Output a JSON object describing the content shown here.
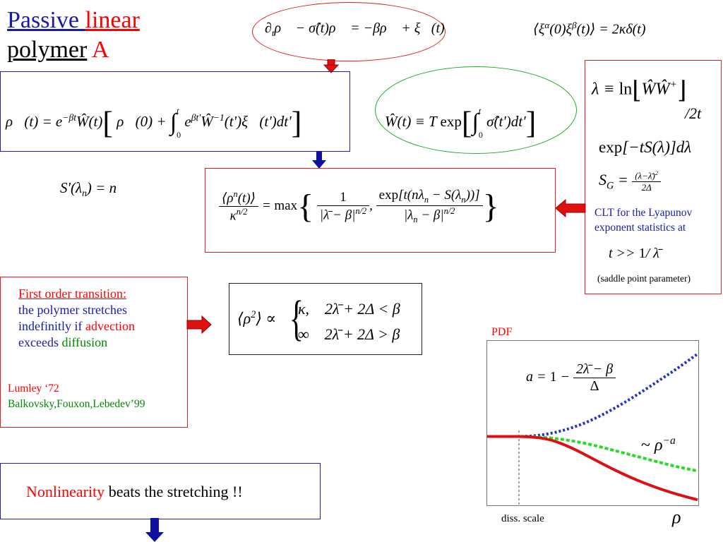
{
  "title": {
    "part1": "Passive ",
    "part2": "linear",
    "part3": "polymer",
    "part4": " A"
  },
  "equations": {
    "langevin": "∂ₜρ⃗ − σ̂(t)ρ⃗ = −βρ⃗ + ξ⃗(t)",
    "noise_correlator": "⟨ξ^α(0)ξ^β(t)⟩ = 2κδ(t)",
    "solution": "ρ⃗(t) = e^{−βt} Ŵ(t) [ ρ⃗(0) + ∫₀ᵗ e^{βt'} Ŵ⁻¹(t') ξ⃗(t') dt' ]",
    "w_definition": "Ŵ(t) ≡ T exp[ ∫₀ᵗ σ̂(t') dt' ]",
    "lambda_definition": "λ ≡ ln|ŴŴ⁺| / 2t",
    "lambda_measure": "exp[−tS(λ)]dλ",
    "s_gaussian": "S_G = (λ − λ̄)² / 2Δ",
    "saddle_condition": "S'(λₙ) = n",
    "moments": "⟨ρⁿ(t)⟩ / κ^{n/2} = max{ 1/|λ̄ − β|^{n/2} , exp[t(nλₙ − S(λₙ))] / |λₙ − β|^{n/2} }",
    "second_moment": "⟨ρ²⟩ ∝ { κ, 2λ̄ + 2Δ < β ; ∞, 2λ̄ + 2Δ > β }",
    "exponent_a": "a = 1 − (2λ̄ − β)/Δ",
    "power_law": "~ ρ^{−a}",
    "time_condition": "t >> 1/λ̄"
  },
  "clt_note": {
    "line1": "CLT for the Lyapunov",
    "line2": "exponent statistics at",
    "saddle": "(saddle point parameter)"
  },
  "transition_box": {
    "heading": "First order transition:",
    "line1": "the polymer stretches",
    "line2_a": "indefinitly  if ",
    "line2_b": "advection",
    "line3_a": "exceeds ",
    "line3_b": "diffusion",
    "ref1": "Lumley ‘72",
    "ref2": "Balkovsky,Fouxon,Lebedev’99"
  },
  "conclusion": {
    "word": "Nonlinearity",
    "rest": " beats the stretching !!"
  },
  "chart": {
    "title": "PDF",
    "xlabel": "ρ",
    "diss_label": "diss. scale"
  },
  "colors": {
    "title_blue": "#1a1aaa",
    "red": "#ff0000",
    "green_curve": "#22dd22",
    "blue_curve": "#2233cc",
    "red_curve": "#dd1111",
    "arrow_blue": "#1010a0"
  },
  "chart_data": {
    "type": "line",
    "title": "PDF",
    "xlabel": "ρ",
    "ylabel": "",
    "series": [
      {
        "style": "blue dotted",
        "x": [
          0,
          1,
          2,
          3,
          4,
          5,
          6,
          7,
          8,
          9,
          10
        ],
        "y": [
          5,
          5,
          5,
          5.2,
          5.6,
          6.2,
          7.0,
          7.9,
          8.9,
          9.9,
          11
        ]
      },
      {
        "style": "green dashed",
        "x": [
          0,
          1,
          2,
          3,
          4,
          5,
          6,
          7,
          8,
          9,
          10
        ],
        "y": [
          5,
          5,
          5,
          4.9,
          4.7,
          4.4,
          4.0,
          3.6,
          3.2,
          2.8,
          2.5
        ]
      },
      {
        "style": "red solid",
        "x": [
          0,
          1,
          2,
          3,
          4,
          5,
          6,
          7,
          8,
          9,
          10
        ],
        "y": [
          5,
          5,
          5,
          4.8,
          4.2,
          3.4,
          2.6,
          1.9,
          1.3,
          0.8,
          0.4
        ]
      }
    ],
    "annotations": [
      "diss. scale"
    ]
  }
}
